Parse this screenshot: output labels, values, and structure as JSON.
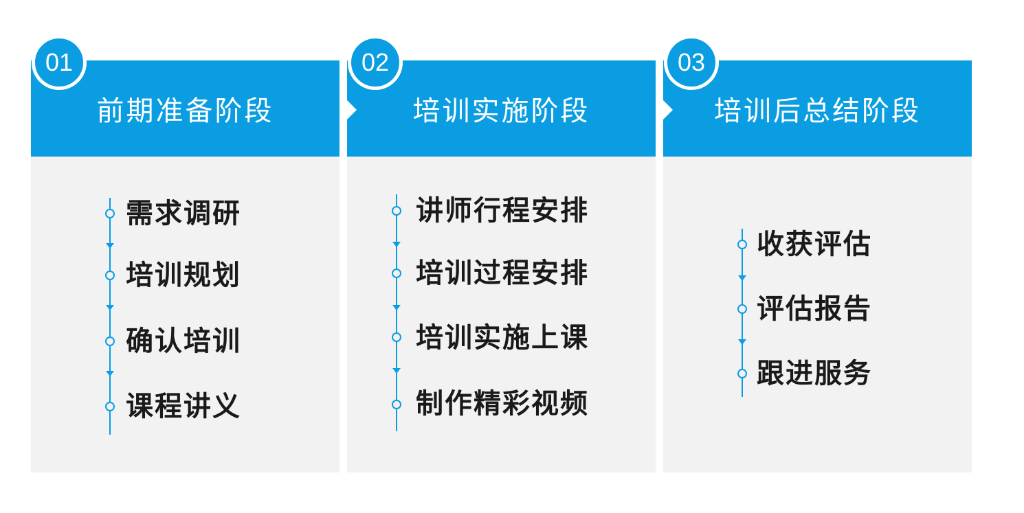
{
  "stages": [
    {
      "number": "01",
      "title": "前期准备阶段",
      "steps": [
        "需求调研",
        "培训规划",
        "确认培训",
        "课程讲义"
      ]
    },
    {
      "number": "02",
      "title": "培训实施阶段",
      "steps": [
        "讲师行程安排",
        "培训过程安排",
        "培训实施上课",
        "制作精彩视频"
      ]
    },
    {
      "number": "03",
      "title": "培训后总结阶段",
      "steps": [
        "收获评估",
        "评估报告",
        "跟进服务"
      ]
    }
  ],
  "colors": {
    "accent": "#0a9de2",
    "panel": "#f2f2f2",
    "text": "#1a1a1a"
  }
}
